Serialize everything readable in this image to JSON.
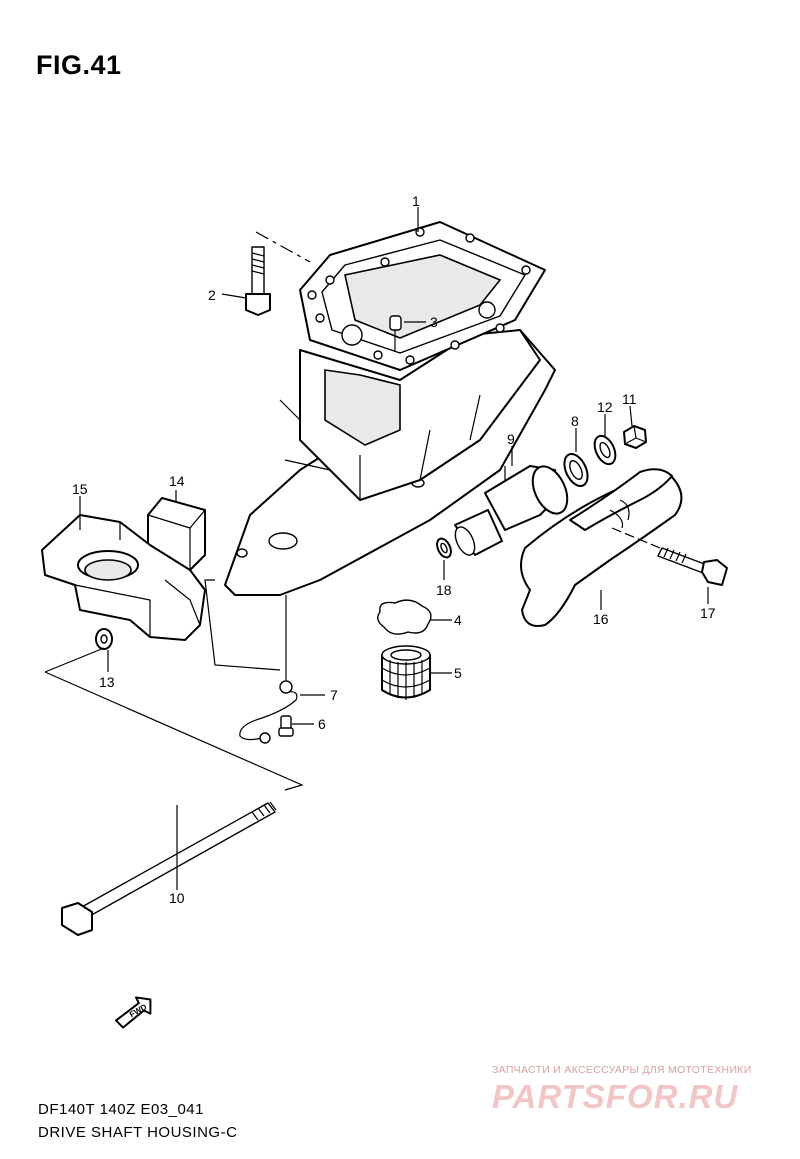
{
  "figure": {
    "title": "FIG.41"
  },
  "callouts": {
    "p1": "1",
    "p2": "2",
    "p3": "3",
    "p4": "4",
    "p5": "5",
    "p6": "6",
    "p7": "7",
    "p8": "8",
    "p9": "9",
    "p10": "10",
    "p11": "11",
    "p12": "12",
    "p13": "13",
    "p14": "14",
    "p15": "15",
    "p16": "16",
    "p17": "17",
    "p18": "18"
  },
  "direction_badge": {
    "label": "FWD",
    "icon": "forward-arrow-icon"
  },
  "footer": {
    "code": "DF140T 140Z E03_041",
    "name": "DRIVE SHAFT HOUSING-C"
  },
  "watermark": {
    "tagline": "ЗАПЧАСТИ И АКСЕССУАРЫ ДЛЯ МОТОТЕХНИКИ",
    "logo": "PARTSFOR.RU"
  }
}
